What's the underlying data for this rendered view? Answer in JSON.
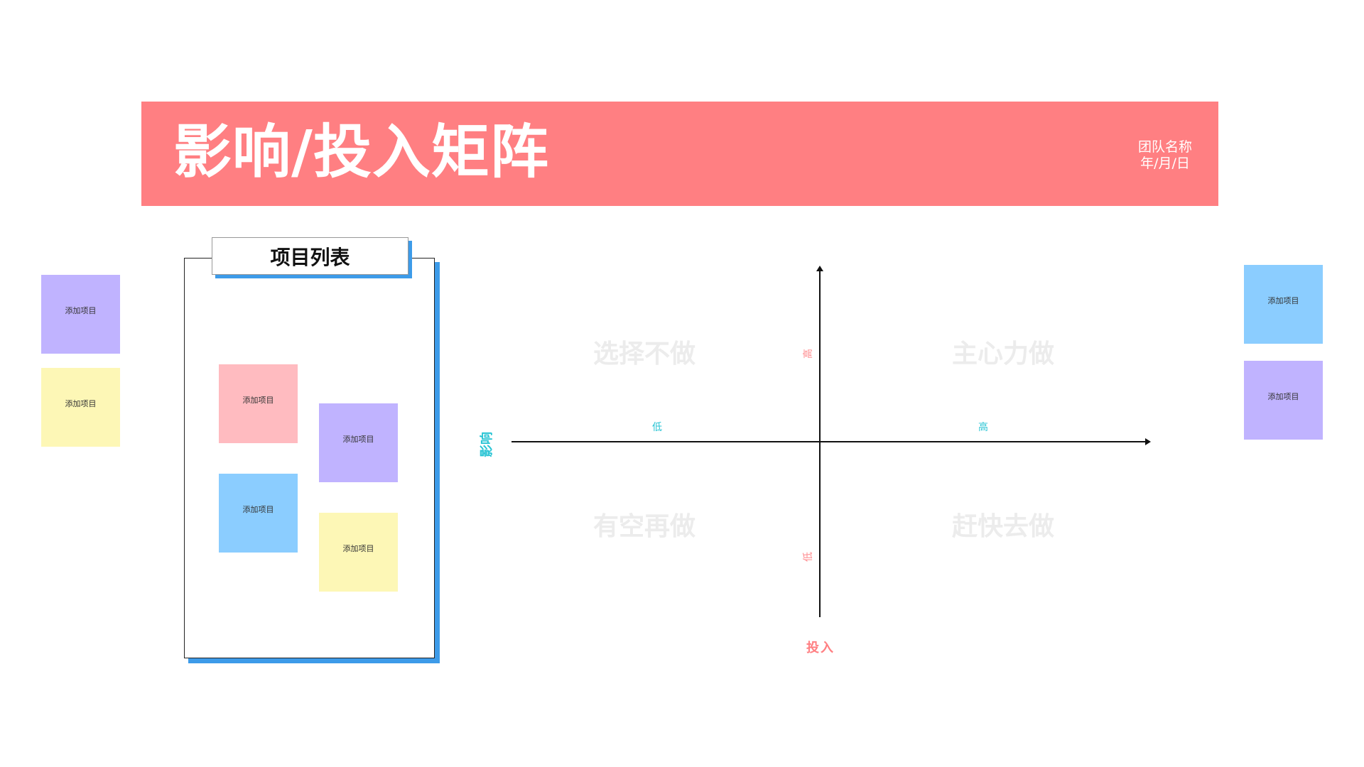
{
  "header": {
    "title": "影响/投入矩阵",
    "team_name": "团队名称",
    "date": "年/月/日",
    "banner_color": "#ff7f82"
  },
  "project_list": {
    "title": "项目列表",
    "shadow_color": "#3d9be9",
    "stickies": [
      {
        "label": "添加项目",
        "color": "#ffbbc0"
      },
      {
        "label": "添加项目",
        "color": "#c0b3ff"
      },
      {
        "label": "添加项目",
        "color": "#8bcdff"
      },
      {
        "label": "添加项目",
        "color": "#fdf7b6"
      }
    ]
  },
  "left_stickies": [
    {
      "label": "添加项目",
      "color": "#c0b3ff"
    },
    {
      "label": "添加项目",
      "color": "#fdf7b6"
    }
  ],
  "right_stickies": [
    {
      "label": "添加项目",
      "color": "#8bcdff"
    },
    {
      "label": "添加项目",
      "color": "#c0b3ff"
    }
  ],
  "matrix": {
    "y_axis_title": "影响",
    "x_axis_title": "投入",
    "h_axis_low": "低",
    "h_axis_high": "高",
    "v_axis_high": "高",
    "v_axis_low": "低",
    "quadrants": {
      "top_left": "选择不做",
      "top_right": "主心力做",
      "bottom_left": "有空再做",
      "bottom_right": "赶快去做"
    }
  }
}
